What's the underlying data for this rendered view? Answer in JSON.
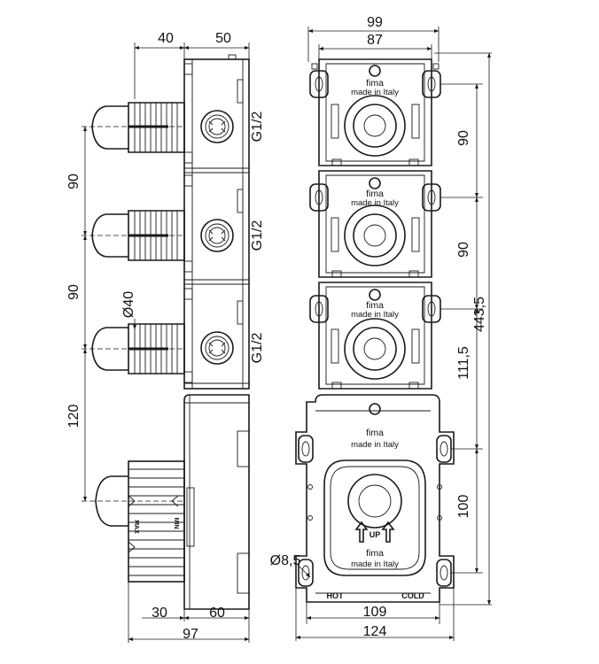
{
  "side_view": {
    "dims": {
      "top_left": "40",
      "top_right": "50",
      "v1": "90",
      "v2": "90",
      "v3": "120",
      "diameter": "Ø40",
      "thread1": "G1/2",
      "thread2": "G1/2",
      "thread3": "G1/2",
      "bottom_left": "30",
      "bottom_right": "60",
      "bottom_total": "97"
    },
    "knob_labels": {
      "max": "MAX",
      "min": "MIN"
    }
  },
  "front_view": {
    "dims": {
      "top_outer": "99",
      "top_inner": "87",
      "right_1": "90",
      "right_2": "90",
      "right_3": "111,5",
      "right_4": "100",
      "total_height": "443,5",
      "hole": "Ø8,5",
      "bottom_inner": "109",
      "bottom_outer": "124"
    },
    "modules": [
      {
        "brand": "fima",
        "origin": "made in Italy"
      },
      {
        "brand": "fima",
        "origin": "made in Italy"
      },
      {
        "brand": "fima",
        "origin": "made in Italy"
      }
    ],
    "bottom_module": {
      "brand_top": "fima",
      "origin_top": "made in Italy",
      "up_label": "UP",
      "brand_bottom": "fima",
      "origin_bottom": "made in Italy",
      "hot_label": "HOT",
      "cold_label": "COLD"
    }
  }
}
